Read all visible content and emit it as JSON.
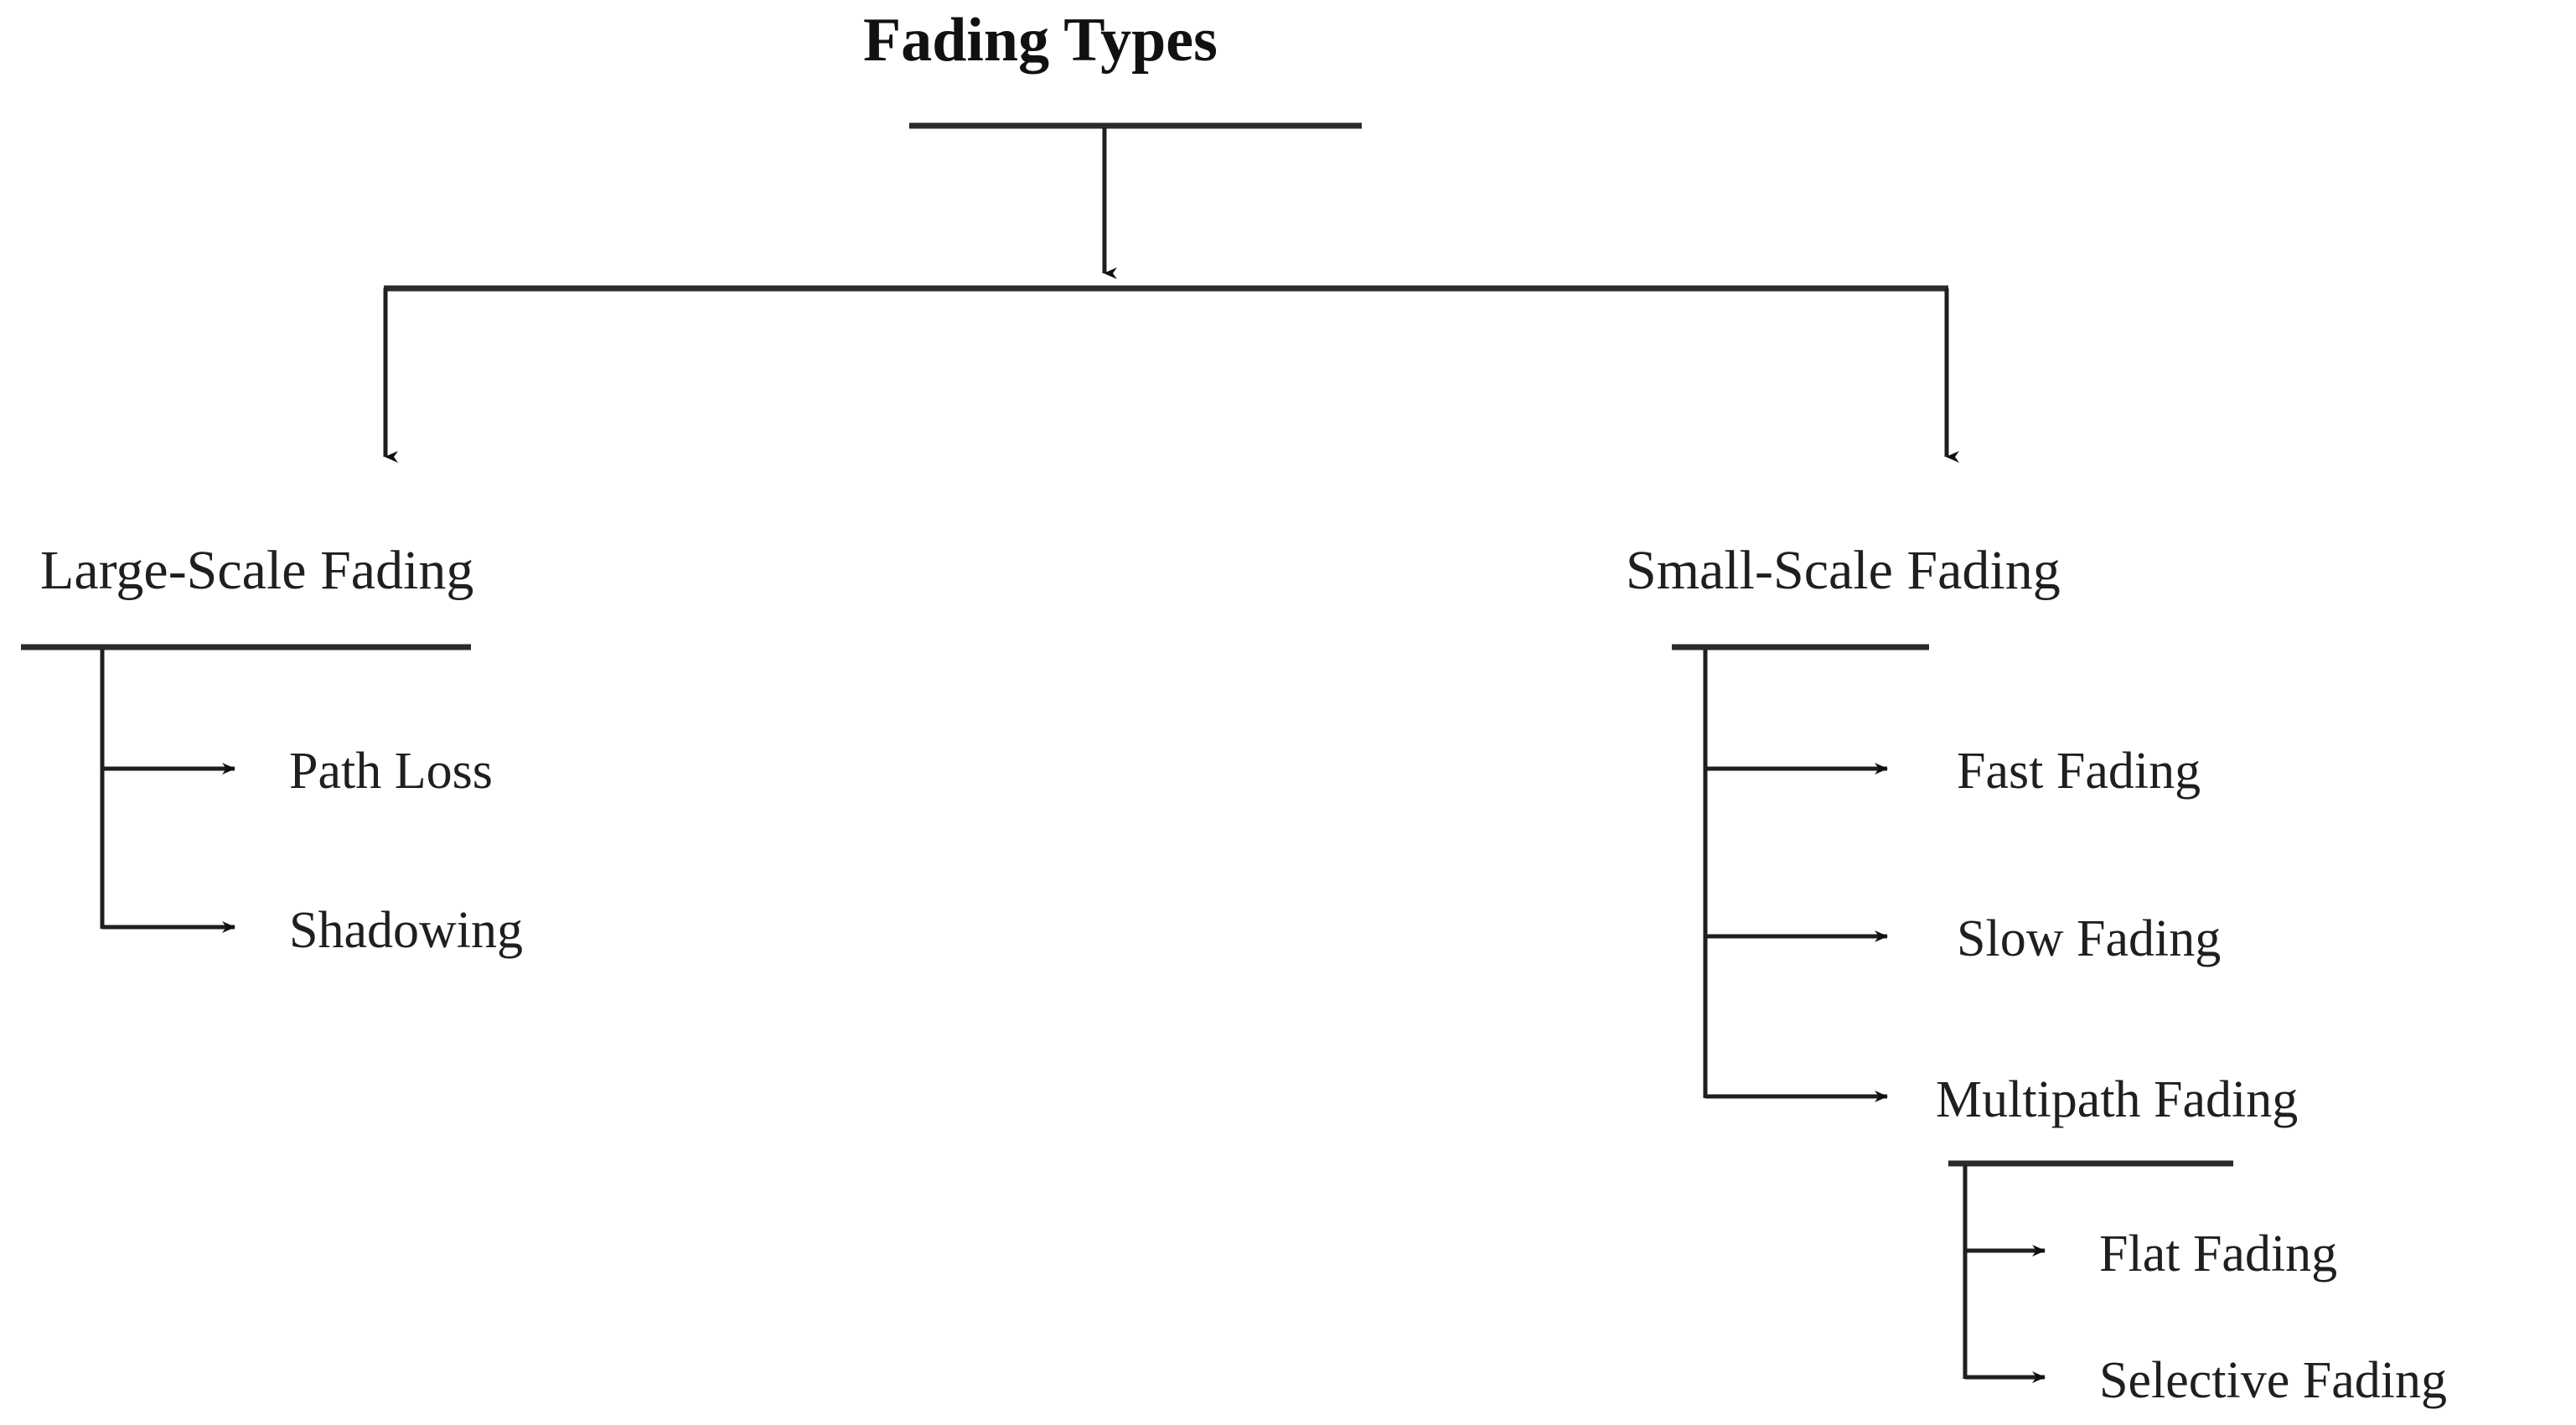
{
  "diagram": {
    "title": "Fading Types",
    "type": "tree-hierarchy",
    "background_color": "#ffffff",
    "line_color": "#1f1f1f",
    "text_color": "#1f1f1f",
    "branches": {
      "large_scale": {
        "label": "Large-Scale Fading",
        "children": [
          {
            "label": "Path Loss"
          },
          {
            "label": "Shadowing"
          }
        ]
      },
      "small_scale": {
        "label": "Small-Scale Fading",
        "children": [
          {
            "label": "Fast Fading"
          },
          {
            "label": "Slow Fading"
          },
          {
            "label": "Multipath Fading",
            "children": [
              {
                "label": "Flat Fading"
              },
              {
                "label": "Selective Fading"
              }
            ]
          }
        ]
      }
    }
  }
}
